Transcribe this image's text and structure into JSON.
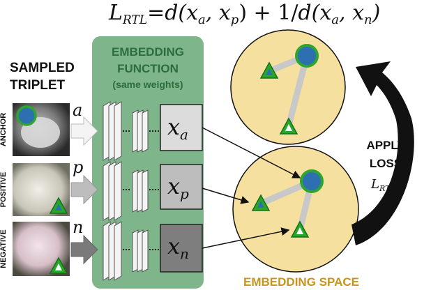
{
  "formula": {
    "lhs_main": "L",
    "lhs_sub": "RTL",
    "eq": "=",
    "d1": "d(",
    "xa1": "x",
    "xa1_sub": "a",
    "comma1": ", ",
    "xp": "x",
    "xp_sub": "p",
    "plus": ") + 1/",
    "d2": "d(",
    "xa2": "x",
    "xa2_sub": "a",
    "comma2": ", ",
    "xn": "x",
    "xn_sub": "n",
    "close": ")"
  },
  "sampled_triplet": {
    "line1": "SAMPLED",
    "line2": "TRIPLET"
  },
  "embedding_function": {
    "line1": "EMBEDDING",
    "line2": "FUNCTION",
    "line3": "(same weights)"
  },
  "rows": [
    {
      "side_label": "ANCHOR",
      "var": "a",
      "out_main": "x",
      "out_sub": "a"
    },
    {
      "side_label": "POSITIVE",
      "var": "p",
      "out_main": "x",
      "out_sub": "p"
    },
    {
      "side_label": "NEGATIVE",
      "var": "n",
      "out_main": "x",
      "out_sub": "n"
    }
  ],
  "apply_loss": {
    "line1": "APPLY",
    "line2": "LOSS",
    "loss_main": "L",
    "loss_sub": "RTL"
  },
  "embedding_space": "EMBEDDING SPACE",
  "colors": {
    "panel_green": "#7fb58b",
    "panel_text": "#2b6e3b",
    "space_fill": "#f6e0a0",
    "anchor_blue": "#2e6fb2",
    "anchor_ring": "#2ea52e",
    "triangle_green": "#28a828",
    "embedding_space_text": "#c8941c"
  }
}
